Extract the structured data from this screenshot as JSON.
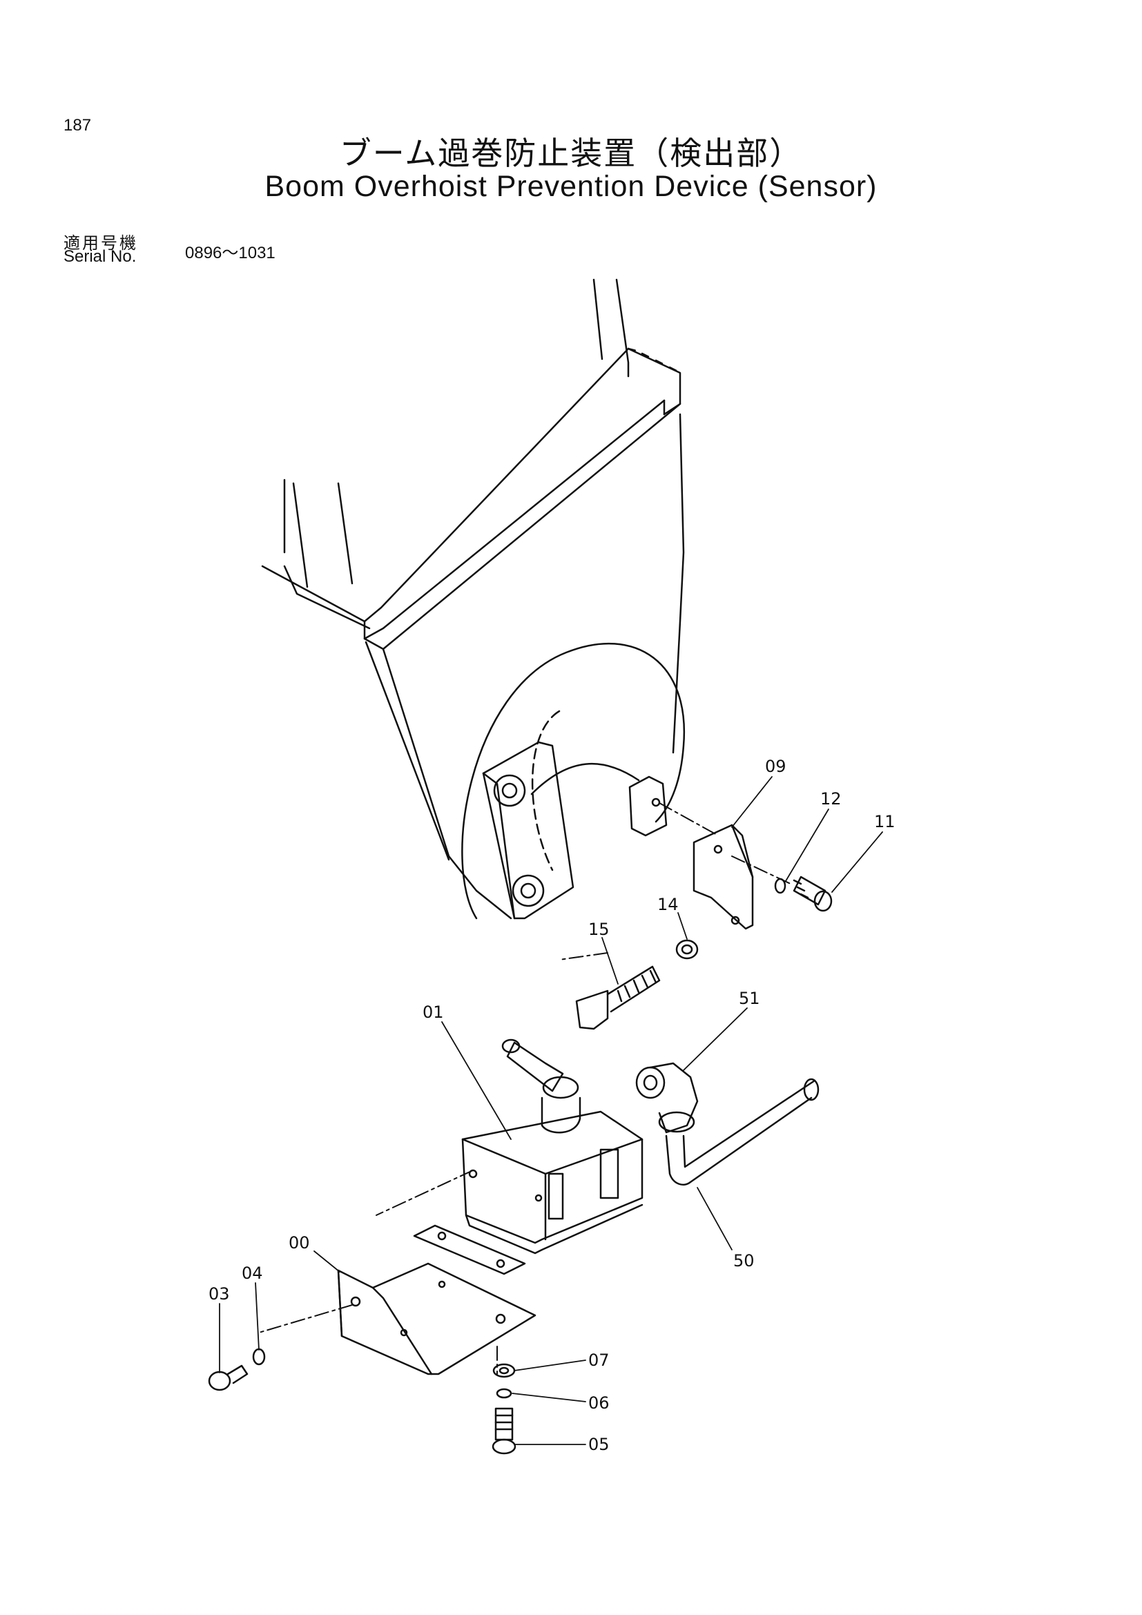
{
  "page_number": "187",
  "title_jp": "ブーム過巻防止装置（検出部）",
  "title_en": "Boom Overhoist Prevention Device (Sensor)",
  "serial": {
    "label_jp": "適用号機",
    "label_en": "Serial No.",
    "range": "0896～1031"
  },
  "part_labels": {
    "p00": "00",
    "p01": "01",
    "p03": "03",
    "p04": "04",
    "p05": "05",
    "p06": "06",
    "p07": "07",
    "p09": "09",
    "p11": "11",
    "p12": "12",
    "p14": "14",
    "p15": "15",
    "p50": "50",
    "p51": "51"
  }
}
